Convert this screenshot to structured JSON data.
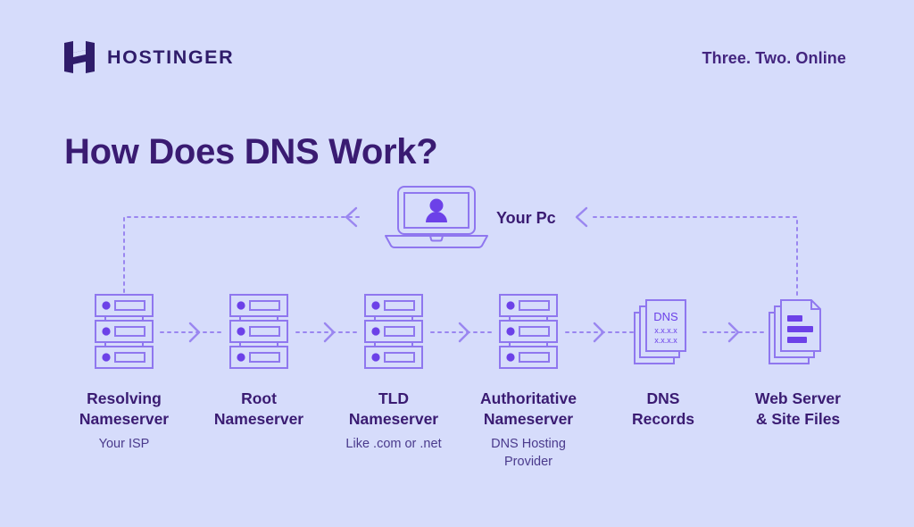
{
  "colors": {
    "background": "#d6dcfb",
    "accent": "#6c41e8",
    "accent_light": "#8f77ef",
    "heading": "#3a1b72",
    "subtext": "#4a3a8c"
  },
  "header": {
    "logo_icon": "hostinger-h-logo-icon",
    "brand_name": "HOSTINGER",
    "tagline": "Three. Two. Online"
  },
  "title": "How Does DNS Work?",
  "diagram": {
    "pc": {
      "icon": "laptop-user-icon",
      "label": "Your Pc"
    },
    "dns_record_card": {
      "title": "DNS",
      "lines": [
        "x.x.x.x",
        "x.x.x.x"
      ]
    },
    "nodes": [
      {
        "icon": "server-rack-icon",
        "label": "Resolving\nNameserver",
        "sub": "Your ISP"
      },
      {
        "icon": "server-rack-icon",
        "label": "Root\nNameserver",
        "sub": ""
      },
      {
        "icon": "server-rack-icon",
        "label": "TLD\nNameserver",
        "sub": "Like .com or .net"
      },
      {
        "icon": "server-rack-icon",
        "label": "Authoritative\nNameserver",
        "sub": "DNS Hosting\nProvider"
      },
      {
        "icon": "dns-records-documents-icon",
        "label": "DNS\nRecords",
        "sub": ""
      },
      {
        "icon": "web-server-files-icon",
        "label": "Web Server\n& Site Files",
        "sub": ""
      }
    ],
    "connectors": [
      {
        "name": "arrow-resolving-to-root",
        "direction": "right"
      },
      {
        "name": "arrow-root-to-tld",
        "direction": "right"
      },
      {
        "name": "arrow-tld-to-authoritative",
        "direction": "right"
      },
      {
        "name": "arrow-authoritative-to-dns-records",
        "direction": "right"
      },
      {
        "name": "arrow-dns-records-to-web-server",
        "direction": "right"
      },
      {
        "name": "arrow-pc-to-resolving-nameserver",
        "direction": "left"
      },
      {
        "name": "arrow-web-server-to-pc",
        "direction": "left"
      }
    ]
  }
}
